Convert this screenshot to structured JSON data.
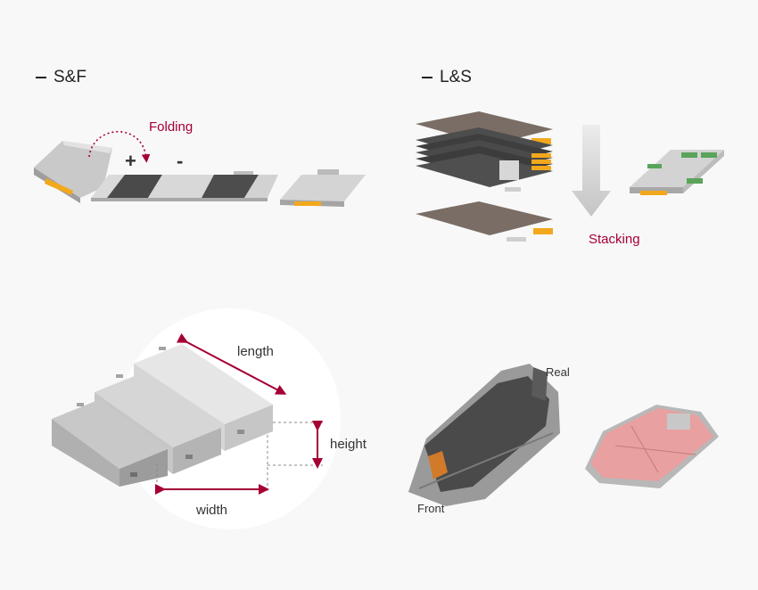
{
  "sections": {
    "sf": {
      "title": "S&F",
      "folding_label": "Folding",
      "plus_sign": "+",
      "minus_sign": "-"
    },
    "ls": {
      "title": "L&S",
      "stacking_label": "Stacking"
    }
  },
  "module": {
    "length_label": "length",
    "height_label": "height",
    "width_label": "width"
  },
  "pack": {
    "real_label": "Real",
    "front_label": "Front"
  },
  "colors": {
    "accent": "#a50034",
    "tab": "#f2a81d",
    "green": "#5aa35a",
    "pack_pink": "#e8a0a0"
  }
}
